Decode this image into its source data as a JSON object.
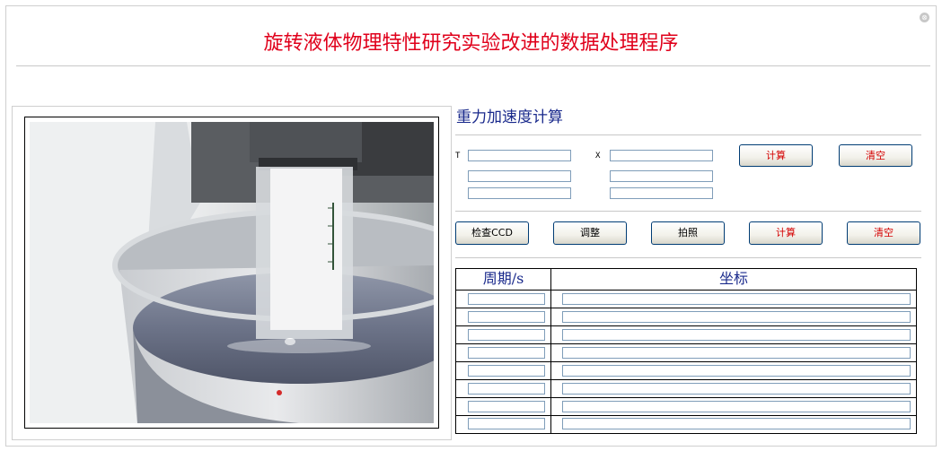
{
  "window": {
    "title": "旋转液体物理特性研究实验改进的数据处理程序",
    "close_glyph": "⊗"
  },
  "photo": {
    "description_icon": "experiment-photo"
  },
  "gravity": {
    "section_title": "重力加速度计算",
    "t_label": "T",
    "x_label": "X",
    "t_values": [
      "",
      "",
      ""
    ],
    "x_values": [
      "",
      "",
      ""
    ],
    "calc_button": "计算",
    "clear_button": "清空"
  },
  "ccd_toolbar": {
    "check_ccd": "检查CCD",
    "adjust": "调整",
    "photo": "拍照",
    "calc": "计算",
    "clear": "清空"
  },
  "table": {
    "headers": [
      "周期/s",
      "坐标"
    ],
    "rows": [
      {
        "period": "",
        "coord": ""
      },
      {
        "period": "",
        "coord": ""
      },
      {
        "period": "",
        "coord": ""
      },
      {
        "period": "",
        "coord": ""
      },
      {
        "period": "",
        "coord": ""
      },
      {
        "period": "",
        "coord": ""
      },
      {
        "period": "",
        "coord": ""
      },
      {
        "period": "",
        "coord": ""
      }
    ]
  },
  "colors": {
    "title": "#e0001b",
    "section": "#1a2a8c",
    "button_red_text": "#d40000"
  }
}
